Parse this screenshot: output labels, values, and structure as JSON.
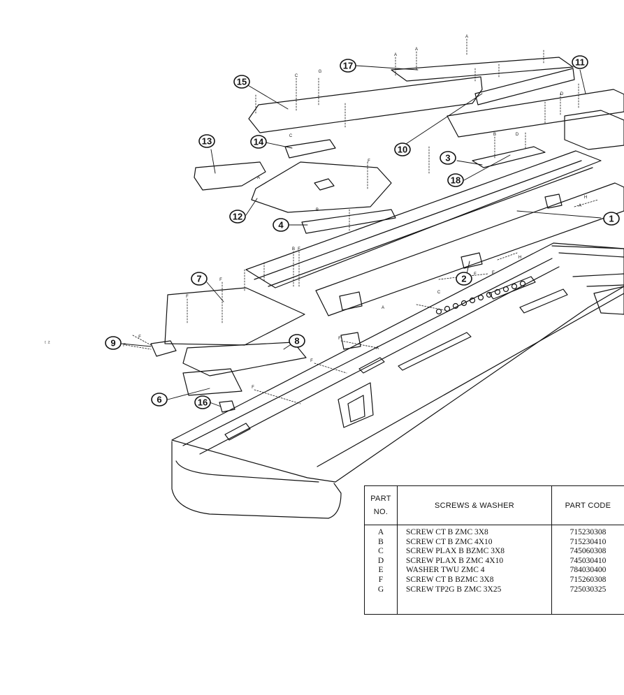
{
  "diagram": {
    "callouts": [
      "1",
      "2",
      "3",
      "4",
      "6",
      "7",
      "8",
      "9",
      "10",
      "11",
      "12",
      "13",
      "14",
      "15",
      "16",
      "17",
      "18"
    ],
    "stray_mark": "ᵗ ²",
    "screw_letters": [
      "A",
      "A",
      "A",
      "C",
      "G",
      "C",
      "F",
      "F",
      "B",
      "B",
      "A",
      "E",
      "F",
      "F",
      "F",
      "F",
      "F",
      "F",
      "C",
      "F",
      "H",
      "H",
      "D",
      "D",
      "B",
      "F",
      "A",
      "A",
      "A"
    ]
  },
  "table": {
    "header": {
      "part_no_line1": "PART",
      "part_no_line2": "NO.",
      "description": "SCREWS & WASHER",
      "part_code": "PART CODE"
    },
    "rows": [
      {
        "part_no": "A",
        "description": "SCREW CT B ZMC 3X8",
        "code": "715230308"
      },
      {
        "part_no": "B",
        "description": "SCREW CT B ZMC 4X10",
        "code": "715230410"
      },
      {
        "part_no": "C",
        "description": "SCREW PLAX B BZMC 3X8",
        "code": "745060308"
      },
      {
        "part_no": "D",
        "description": "SCREW PLAX B ZMC 4X10",
        "code": "745030410"
      },
      {
        "part_no": "E",
        "description": "WASHER TWU ZMC 4",
        "code": "784030400"
      },
      {
        "part_no": "F",
        "description": "SCREW CT B BZMC 3X8",
        "code": "715260308"
      },
      {
        "part_no": "G",
        "description": "SCREW TP2G B ZMC 3X25",
        "code": "725030325"
      }
    ]
  }
}
